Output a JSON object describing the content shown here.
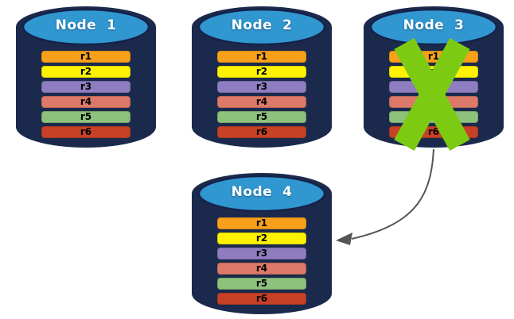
{
  "canvas": {
    "background": "#FFFFFF"
  },
  "palette": {
    "cylinder_body": "#1B2A4C",
    "cylinder_top": "#3097D1",
    "cylinder_outline": "#16224A",
    "title_color": "#FFFFFF",
    "record_text": "#000000",
    "failure_x": "#7CCB12",
    "arrow": "#555555"
  },
  "records": [
    {
      "label": "r1",
      "color": "#F9A01B"
    },
    {
      "label": "r2",
      "color": "#FDF200"
    },
    {
      "label": "r3",
      "color": "#8E7DC0"
    },
    {
      "label": "r4",
      "color": "#DC7968"
    },
    {
      "label": "r5",
      "color": "#8DC17C"
    },
    {
      "label": "r6",
      "color": "#C64127"
    }
  ],
  "nodes": [
    {
      "label": "Node  1",
      "failed": false
    },
    {
      "label": "Node  2",
      "failed": false
    },
    {
      "label": "Node  3",
      "failed": true
    },
    {
      "label": "Node  4",
      "failed": false
    }
  ],
  "arrow": {
    "from": "Node 3",
    "to": "Node 4"
  }
}
